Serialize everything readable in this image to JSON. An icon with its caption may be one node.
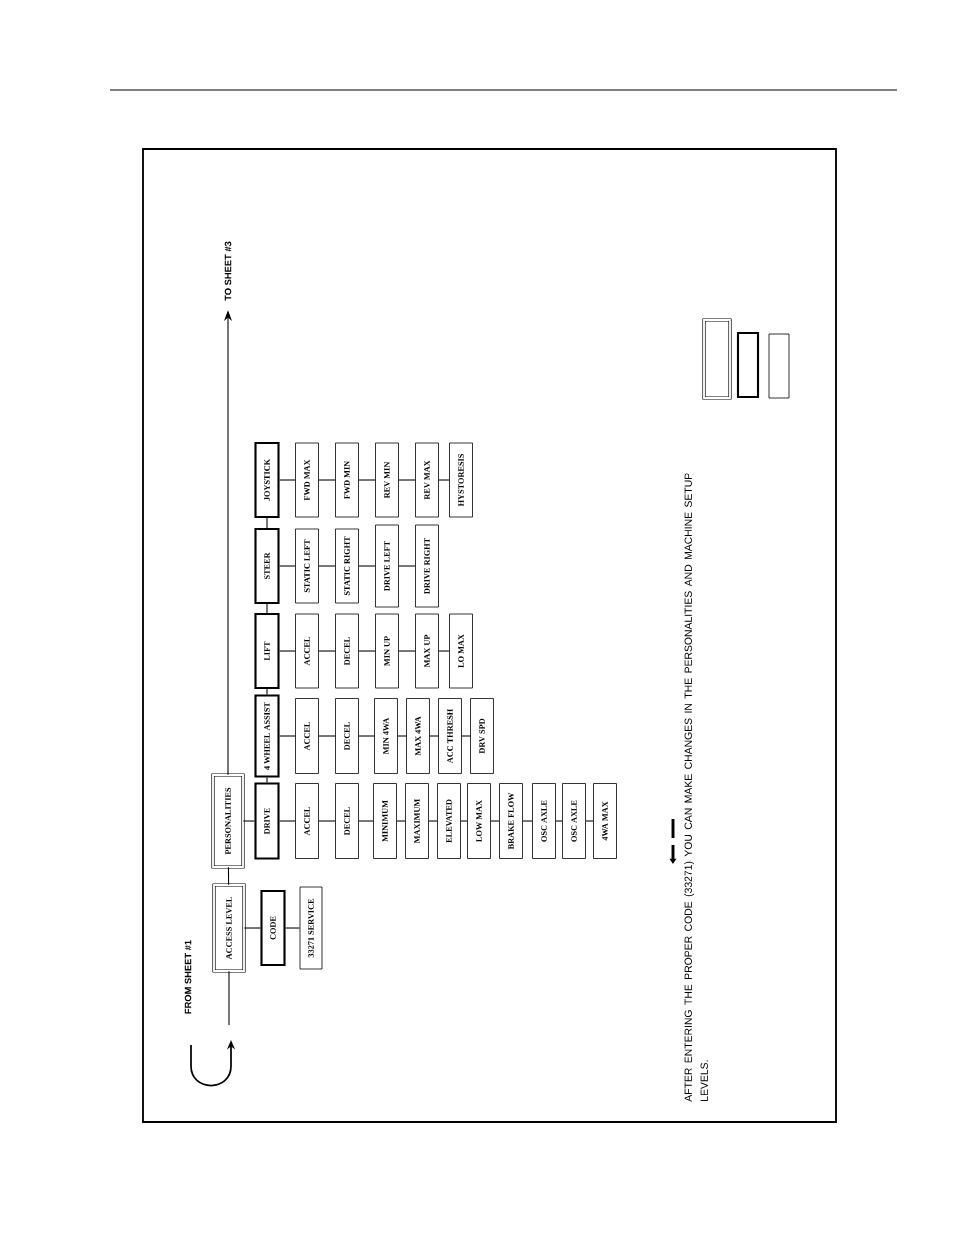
{
  "diagram": {
    "nodes": [
      {
        "text": [
          "ACCESS LEVEL"
        ]
      },
      {
        "text": [
          "CODE"
        ]
      },
      {
        "text": [
          "33271 SERVICE"
        ]
      },
      {
        "text": [
          "PERSONALITIES"
        ]
      },
      {
        "text": [
          "DRIVE"
        ]
      },
      {
        "text": [
          "ACCEL"
        ]
      },
      {
        "text": [
          "DECEL"
        ]
      },
      {
        "text": [
          "MINIMUM"
        ]
      },
      {
        "text": [
          "MAXIMUM"
        ]
      },
      {
        "text": [
          "ELEVATED"
        ]
      },
      {
        "text": [
          "LOW MAX"
        ]
      },
      {
        "text": [
          "BRAKE FLOW"
        ]
      },
      {
        "text": [
          "OSC AXLE"
        ]
      },
      {
        "text": [
          "OSC AXLE"
        ]
      },
      {
        "text": [
          "4WA MAX"
        ]
      },
      {
        "text": [
          "4 WHEEL ASSIST"
        ]
      },
      {
        "text": [
          "ACCEL"
        ]
      },
      {
        "text": [
          "DECEL"
        ]
      },
      {
        "text": [
          "MIN 4WA"
        ]
      },
      {
        "text": [
          "MAX 4WA"
        ]
      },
      {
        "text": [
          "ACC THRESH"
        ]
      },
      {
        "text": [
          "DRV SPD"
        ]
      },
      {
        "text": [
          "LIFT"
        ]
      },
      {
        "text": [
          "ACCEL"
        ]
      },
      {
        "text": [
          "DECEL"
        ]
      },
      {
        "text": [
          "MIN UP"
        ]
      },
      {
        "text": [
          "MAX UP"
        ]
      },
      {
        "text": [
          "LO MAX"
        ]
      },
      {
        "text": [
          "STEER"
        ]
      },
      {
        "text": [
          "STATIC LEFT"
        ]
      },
      {
        "text": [
          "STATIC RIGHT"
        ]
      },
      {
        "text": [
          "DRIVE LEFT"
        ]
      },
      {
        "text": [
          "DRIVE RIGHT"
        ]
      },
      {
        "text": [
          "JOYSTICK"
        ]
      },
      {
        "text": [
          "FWD MAX"
        ]
      },
      {
        "text": [
          "FWD MIN"
        ]
      },
      {
        "text": [
          "REV MIN"
        ]
      },
      {
        "text": [
          "REV MAX"
        ]
      },
      {
        "text": [
          "HYSTORESIS"
        ]
      },
      {
        "text": [
          "TO SHEET #3"
        ]
      },
      {
        "text": [],
        "shape": "box"
      },
      {
        "text": [],
        "shape": "box"
      },
      {
        "text": [],
        "shape": "box"
      }
    ],
    "edges": [
      {
        "from": null,
        "to": 0,
        "arrow": "none"
      },
      {
        "from": 0,
        "to": 3,
        "arrow": "none"
      },
      {
        "from": 3,
        "to": 39,
        "arrow": "to"
      },
      {
        "from": 0,
        "to": 1,
        "arrow": "none"
      },
      {
        "from": 1,
        "to": 2,
        "arrow": "none"
      },
      {
        "from": 3,
        "to": 4,
        "arrow": "none"
      },
      {
        "from": 4,
        "to": 5,
        "arrow": "none"
      },
      {
        "from": 5,
        "to": 6,
        "arrow": "none"
      },
      {
        "from": 6,
        "to": 7,
        "arrow": "none"
      },
      {
        "from": 7,
        "to": 8,
        "arrow": "none"
      },
      {
        "from": 8,
        "to": 9,
        "arrow": "none"
      },
      {
        "from": 9,
        "to": 10,
        "arrow": "none"
      },
      {
        "from": 10,
        "to": 11,
        "arrow": "none"
      },
      {
        "from": 11,
        "to": 12,
        "arrow": "none"
      },
      {
        "from": 12,
        "to": 13,
        "arrow": "none"
      },
      {
        "from": 13,
        "to": 14,
        "arrow": "none"
      },
      {
        "from": 4,
        "to": 15,
        "arrow": "none"
      },
      {
        "from": 15,
        "to": 16,
        "arrow": "none"
      },
      {
        "from": 16,
        "to": 17,
        "arrow": "none"
      },
      {
        "from": 17,
        "to": 18,
        "arrow": "none"
      },
      {
        "from": 18,
        "to": 19,
        "arrow": "none"
      },
      {
        "from": 19,
        "to": 20,
        "arrow": "none"
      },
      {
        "from": 20,
        "to": 21,
        "arrow": "none"
      },
      {
        "from": 15,
        "to": 22,
        "arrow": "none"
      },
      {
        "from": 22,
        "to": 23,
        "arrow": "none"
      },
      {
        "from": 23,
        "to": 24,
        "arrow": "none"
      },
      {
        "from": 24,
        "to": 25,
        "arrow": "none"
      },
      {
        "from": 25,
        "to": 26,
        "arrow": "none"
      },
      {
        "from": 26,
        "to": 27,
        "arrow": "none"
      },
      {
        "from": 22,
        "to": 28,
        "arrow": "none"
      },
      {
        "from": 28,
        "to": 29,
        "arrow": "none"
      },
      {
        "from": 29,
        "to": 30,
        "arrow": "none"
      },
      {
        "from": 30,
        "to": 31,
        "arrow": "none"
      },
      {
        "from": 31,
        "to": 32,
        "arrow": "none"
      },
      {
        "from": 28,
        "to": 33,
        "arrow": "none"
      },
      {
        "from": 33,
        "to": 34,
        "arrow": "none"
      },
      {
        "from": 34,
        "to": 35,
        "arrow": "none"
      },
      {
        "from": 35,
        "to": 36,
        "arrow": "none"
      },
      {
        "from": 36,
        "to": 37,
        "arrow": "none"
      },
      {
        "from": 37,
        "to": 38,
        "arrow": "none"
      }
    ],
    "labels": [
      "FROM SHEET #1",
      "AFTER ENTERING THE PROPER CODE (33271) YOU CAN MAKE CHANGES  IN THE PERSONALITIES AND MACHINE SETUP LEVELS."
    ]
  }
}
